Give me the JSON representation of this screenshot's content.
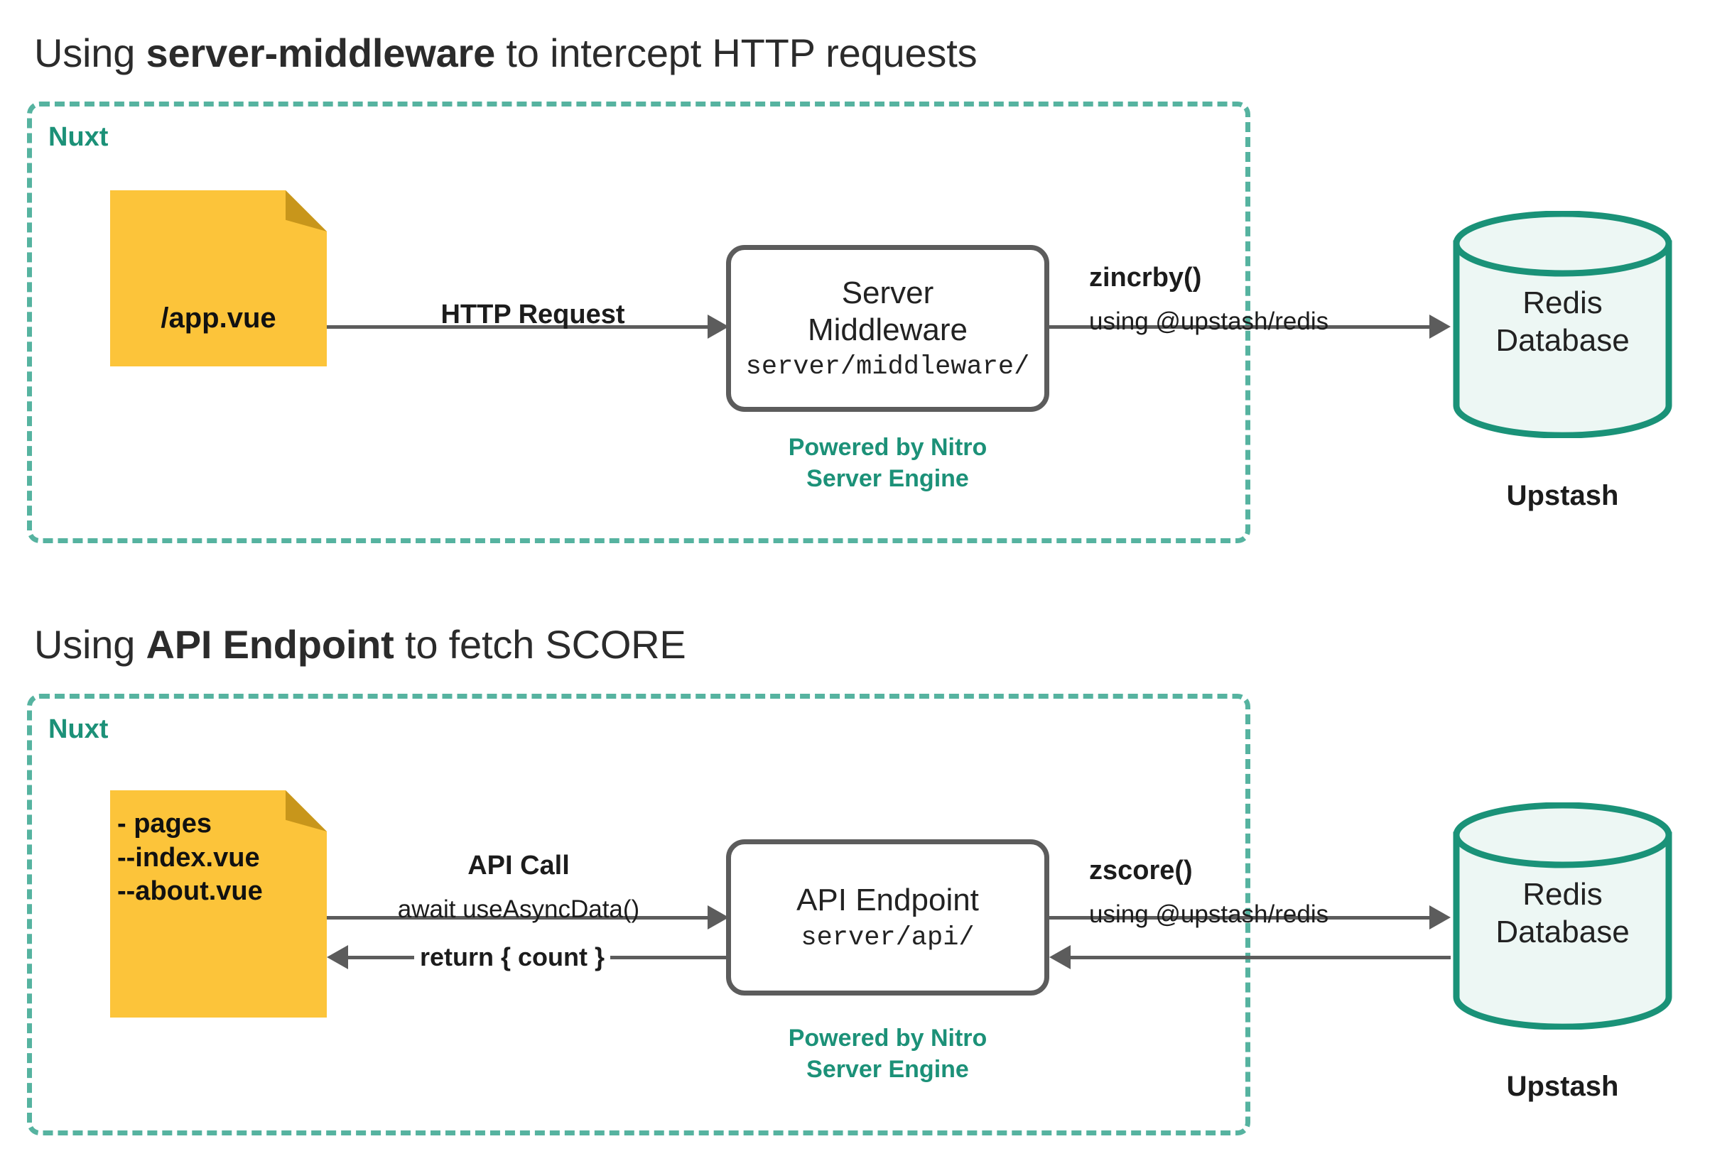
{
  "palette": {
    "doc_yellow": "#FCC43A",
    "doc_fold": "#C8961B",
    "nuxt_dash": "#56b3a0",
    "nuxt_text": "#1c9178",
    "nitro_teal": "#1c9178",
    "box_stroke": "#5c5c5c",
    "cylinder_stroke": "#1a9278",
    "cylinder_fill": "#edf7f4",
    "text_dark": "#1c1c1c",
    "background": "#ffffff"
  },
  "sections": [
    {
      "title_prefix": "Using ",
      "title_strong": "server-middleware",
      "title_suffix": " to intercept HTTP requests",
      "frame_label": "Nuxt",
      "document": {
        "lines": "/app.vue",
        "icon": "document-folded-corner-icon"
      },
      "engine_box": {
        "title": "Server\nMiddleware",
        "path": "server/middleware/"
      },
      "nitro_caption": "Powered by Nitro\nServer Engine",
      "database": {
        "label": "Redis\nDatabase",
        "provider": "Upstash",
        "icon": "database-cylinder-icon"
      },
      "edges": [
        {
          "name": "http-request",
          "strong": "HTTP Request",
          "sub": "",
          "direction": "right"
        },
        {
          "name": "zincrby",
          "strong": "zincrby()",
          "sub": "using @upstash/redis",
          "direction": "right"
        }
      ]
    },
    {
      "title_prefix": "Using ",
      "title_strong": "API Endpoint",
      "title_suffix": " to fetch SCORE",
      "frame_label": "Nuxt",
      "document": {
        "lines": "- pages\n--index.vue\n--about.vue",
        "icon": "document-folded-corner-icon"
      },
      "engine_box": {
        "title": "API Endpoint",
        "path": "server/api/"
      },
      "nitro_caption": "Powered by Nitro\nServer Engine",
      "database": {
        "label": "Redis\nDatabase",
        "provider": "Upstash",
        "icon": "database-cylinder-icon"
      },
      "edges": [
        {
          "name": "api-call",
          "strong": "API Call",
          "sub": "await useAsyncData()",
          "direction": "right"
        },
        {
          "name": "return-count",
          "strong": "return { count }",
          "sub": "",
          "direction": "left"
        },
        {
          "name": "zscore",
          "strong": "zscore()",
          "sub": "using @upstash/redis",
          "direction": "right"
        },
        {
          "name": "db-response",
          "strong": "",
          "sub": "",
          "direction": "left"
        }
      ]
    }
  ]
}
